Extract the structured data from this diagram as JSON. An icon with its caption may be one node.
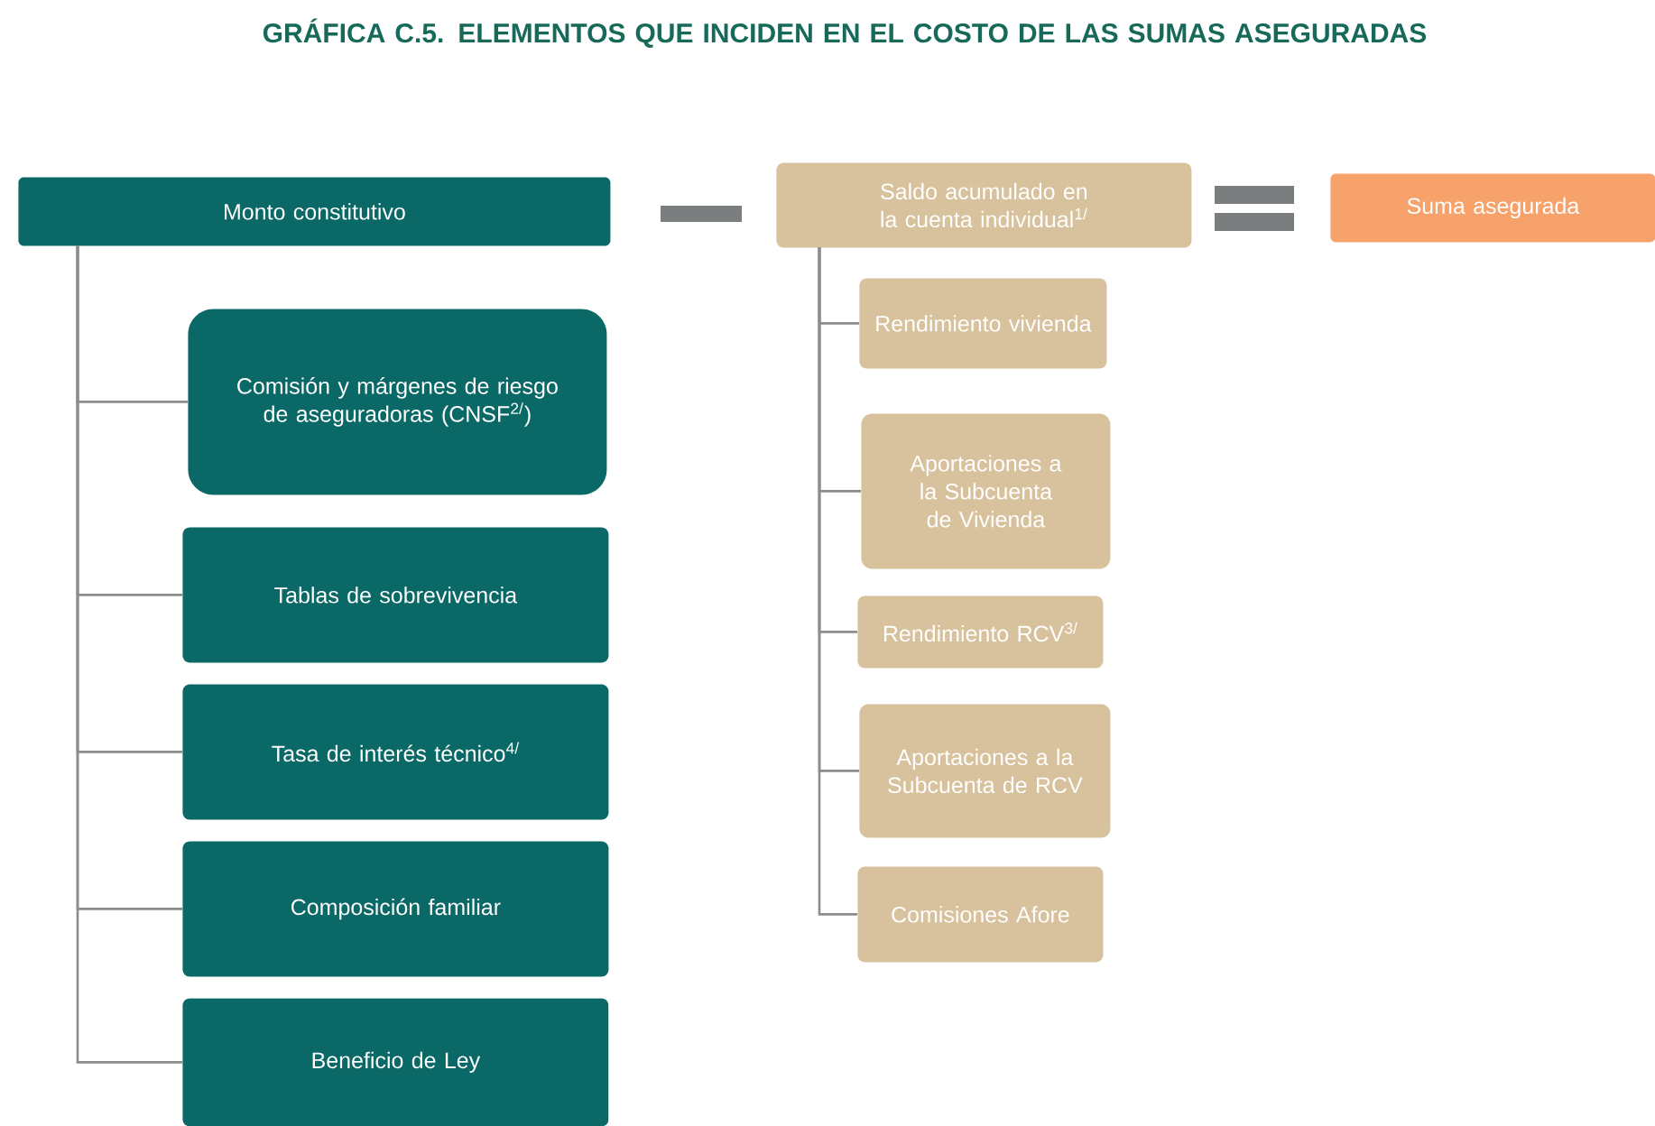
{
  "diagram": {
    "title": "GRÁFICA C.5. ELEMENTOS QUE INCIDEN EN EL COSTO DE LAS SUMAS ASEGURADAS",
    "nodes": [
      {
        "text": [
          "Monto constitutivo"
        ]
      },
      {
        "text": [
          "Comisión y márgenes de riesgo de aseguradoras (CNSF$^{2/}$)"
        ]
      },
      {
        "text": [
          "Tablas de sobrevivencia"
        ]
      },
      {
        "text": [
          "Tasa de interés técnico$^{4/}$"
        ]
      },
      {
        "text": [
          "Composición familiar"
        ]
      },
      {
        "text": [
          "Beneficio de Ley"
        ]
      },
      {
        "text": [
          "Saldo acumulado en la cuenta individual$^{1/}$"
        ]
      },
      {
        "text": [
          "Rendimiento vivienda"
        ]
      },
      {
        "text": [
          "Aportaciones a la Subcuenta de Vivienda"
        ]
      },
      {
        "text": [
          "Rendimiento RCV$^{3/}$"
        ]
      },
      {
        "text": [
          "Aportaciones a la Subcuenta de RCV"
        ]
      },
      {
        "text": [
          "Comisiones Afore"
        ]
      },
      {
        "text": [
          "Suma asegurada"
        ]
      }
    ],
    "edges": [
      {
        "from": 0,
        "to": 1,
        "arrow": "none"
      },
      {
        "from": 0,
        "to": 2,
        "arrow": "none"
      },
      {
        "from": 0,
        "to": 3,
        "arrow": "none"
      },
      {
        "from": 0,
        "to": 4,
        "arrow": "none"
      },
      {
        "from": 0,
        "to": 5,
        "arrow": "none"
      },
      {
        "from": 6,
        "to": 7,
        "arrow": "none"
      },
      {
        "from": 6,
        "to": 8,
        "arrow": "none"
      },
      {
        "from": 6,
        "to": 9,
        "arrow": "none"
      },
      {
        "from": 6,
        "to": 10,
        "arrow": "none"
      },
      {
        "from": 6,
        "to": 11,
        "arrow": "none"
      }
    ]
  }
}
